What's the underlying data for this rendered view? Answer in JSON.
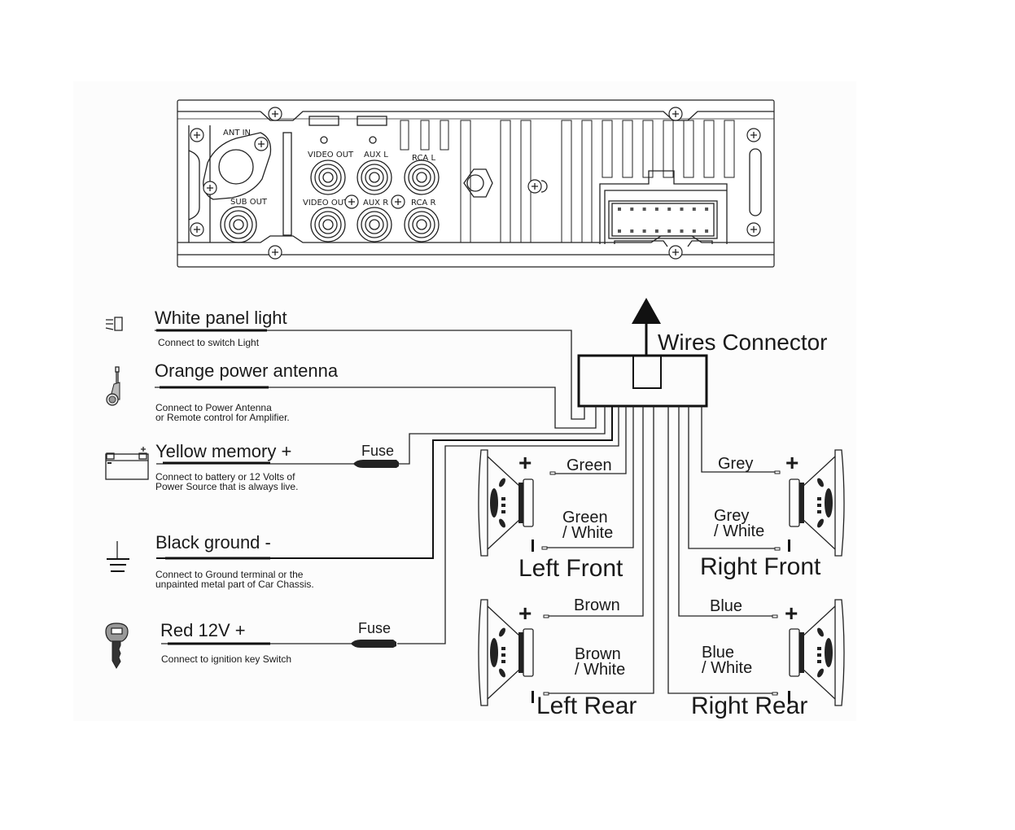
{
  "radio_back_panel": {
    "ports": {
      "ant_in": "ANT  IN",
      "sub_out": "SUB OUT",
      "video_out_top": "VIDEO  OUT",
      "video_out_bottom": "VIDEO  OUT",
      "aux_l": "AUX  L",
      "aux_r": "AUX  R",
      "rca_l": "RCA  L",
      "rca_r": "RCA  R"
    },
    "connector_pins_per_row": 8,
    "connector_rows": 2
  },
  "wires_connector": {
    "label": "Wires Connector"
  },
  "power_wires": [
    {
      "id": "white-panel-light",
      "icon": "panel-light-icon",
      "title": "White panel light",
      "description": [
        "Connect to switch Light"
      ],
      "fuse": null
    },
    {
      "id": "orange-power-antenna",
      "icon": "power-antenna-icon",
      "title": "Orange power antenna",
      "description": [
        "Connect to Power Antenna",
        "or Remote control for Amplifier."
      ],
      "fuse": null
    },
    {
      "id": "yellow-memory",
      "icon": "battery-icon",
      "title": "Yellow memory  +",
      "description": [
        "Connect to battery or 12 Volts of",
        "Power Source that is always live."
      ],
      "fuse": "Fuse"
    },
    {
      "id": "black-ground",
      "icon": "ground-icon",
      "title": "Black ground  -",
      "description": [
        "Connect to Ground terminal or the",
        "unpainted metal part of Car Chassis."
      ],
      "fuse": null
    },
    {
      "id": "red-12v",
      "icon": "ignition-key-icon",
      "title": "Red 12V  +",
      "description": [
        "Connect to ignition key Switch"
      ],
      "fuse": "Fuse"
    }
  ],
  "speakers": [
    {
      "id": "left-front",
      "name": "Left Front",
      "positive_wire": "Green",
      "negative_wire": [
        "Green",
        "/ White"
      ],
      "positive_sign": "+",
      "negative_sign": "-"
    },
    {
      "id": "right-front",
      "name": "Right Front",
      "positive_wire": "Grey",
      "negative_wire": [
        "Grey",
        "/ White"
      ],
      "positive_sign": "+",
      "negative_sign": "-"
    },
    {
      "id": "left-rear",
      "name": "Left Rear",
      "positive_wire": "Brown",
      "negative_wire": [
        "Brown",
        "/ White"
      ],
      "positive_sign": "+",
      "negative_sign": "-"
    },
    {
      "id": "right-rear",
      "name": "Right Rear",
      "positive_wire": "Blue",
      "negative_wire": [
        "Blue",
        "/ White"
      ],
      "positive_sign": "+",
      "negative_sign": "-"
    }
  ]
}
